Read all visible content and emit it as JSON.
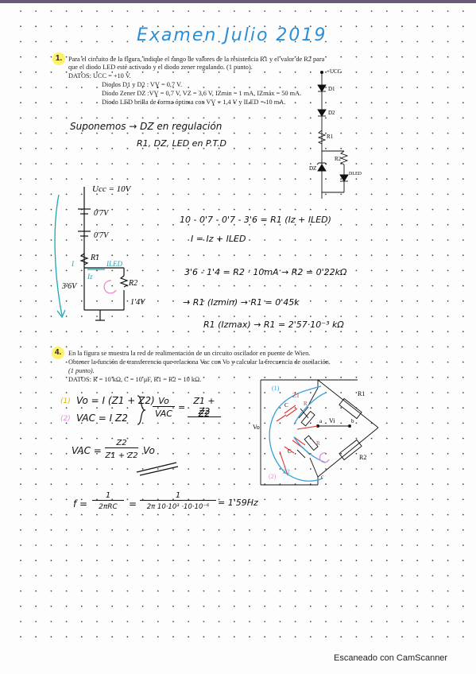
{
  "page_title": "Examen Julio 2019",
  "problem1": {
    "number": "1.",
    "lines": [
      "Para el circuito de la figura, indique el rango de valores de la resistencia R1 y el valor de R2 para",
      "que el diodo LED esté activado y el diodo zener regulando. (1 punto).",
      "DATOS:    UCC = +10 V.",
      "Diodos D1 y D2 : VƔ = 0,7 V.",
      "Diodo Zener DZ :VƔ = 0,7 V, VZ = 3,6 V, IZmin = 1 mA, IZmáx = 50 mA.",
      "Diodo LED brilla de forma óptima con VƔ = 1,4 V y ILED = 10 mA."
    ],
    "circuit_labels": {
      "ucc": "+UCC",
      "d1": "D1",
      "d2": "D2",
      "r1": "R1",
      "r2": "R2",
      "dz": "DZ",
      "dled": "DLED"
    }
  },
  "notes1": {
    "suponemos_1": "Suponemos → DZ en regulación",
    "suponemos_2": "R1, DZ, LED en P.T.D",
    "ucc": "Ucc = 10V",
    "v1": "0'7V",
    "v2": "0'7V",
    "r1": "R1",
    "iled": "ILED",
    "iz": "Iz",
    "r2": "R2",
    "v36": "3'6V",
    "v14": "1'4V",
    "i": "I",
    "eq1": "10 - 0'7 - 0'7 - 3'6 = R1 (Iz + ILED)",
    "eq2": "I = Iz + ILED",
    "eq3": "3'6 - 1'4 = R2 · 10mA  → R2 = 0'22kΩ",
    "eq4": "→ R1 (Izmin) → R1 = 0'45k",
    "eq5": "R1 (Izmax) → R1 = 2'57·10⁻³ kΩ"
  },
  "problem4": {
    "number": "4.",
    "lines": [
      "En la figura se muestra la red de realimentación de un circuito oscilador en puente de Wien.",
      "Obtener la función de transferencia que relaciona Vac con Vo y calcular la frecuencia de oscilación.",
      "(1 punto).",
      "DATOS: R = 10 kΩ, C = 10 μF, R1 = R2 = 10 kΩ."
    ],
    "circuit_labels": {
      "vo": "Vo",
      "vi": "Vi",
      "a": "a",
      "b": "b",
      "c": "c",
      "r1": "R1",
      "r2": "R2",
      "r_top": "R",
      "r_bottom": "R",
      "c_top": "C",
      "c_bottom": "C",
      "z1": "Z1",
      "z2": "Z2",
      "n1": "(1)",
      "n2": "(2)"
    }
  },
  "notes4": {
    "eq1_tag": "(1)",
    "eq1": "Vo = I (Z1 + Z2)",
    "eq2_tag": "(2)",
    "eq2": "VAC = I Z2",
    "ratio_num": "Vo",
    "ratio_den": "VAC",
    "ratio_rhs_num": "Z1 + Z2",
    "ratio_rhs_den": "Z2",
    "vac_lhs": "VAC =",
    "vac_num": "Z2",
    "vac_den": "Z1 + Z2",
    "vac_tail": "Vo",
    "f_lhs": "f =",
    "f_num1": "1",
    "f_den1": "2πRC",
    "f_eq": "=",
    "f_num2": "1",
    "f_den2": "2π 10·10³ ·10·10⁻⁶",
    "f_result": "= 1'59Hz"
  },
  "footer": "Escaneado con CamScanner",
  "colors": {
    "title": "#2a8fd6",
    "teal": "#1aa7b8",
    "pink": "#e98ad3",
    "highlight": "#fff16a",
    "circuit_red": "#e0342e",
    "circuit_blue": "#3aa0d8"
  }
}
